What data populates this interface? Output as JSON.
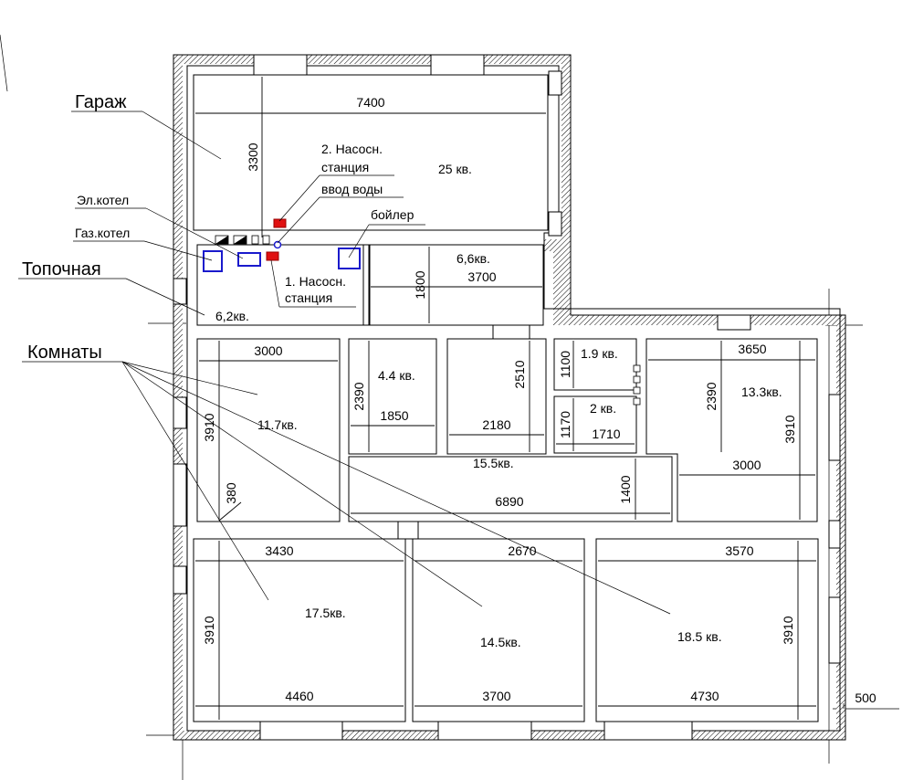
{
  "labels": {
    "garage": "Гараж",
    "electric_boiler": "Эл.котел",
    "gas_boiler": "Газ.котел",
    "boiler_room": "Топочная",
    "rooms": "Комнаты",
    "pump_station_2_line1": "2. Насосн.",
    "pump_station_2_line2": "станция",
    "water_inlet": "ввод воды",
    "water_heater": "бойлер",
    "pump_station_1_line1": "1. Насосн.",
    "pump_station_1_line2": "станция"
  },
  "areas": {
    "garage": "25 кв.",
    "boiler_room": "6,2кв.",
    "small_room": "6,6кв.",
    "room_4_4": "4.4 кв.",
    "wc_1": "1.9 кв.",
    "wc_2": "2 кв.",
    "room_11_7": "11.7кв.",
    "room_13_3": "13.3кв.",
    "hall": "15.5кв.",
    "room_17_5": "17.5кв.",
    "room_14_5": "14.5кв.",
    "room_18_5": "18.5 кв."
  },
  "dimensions": {
    "garage_width": "7400",
    "garage_height": "3300",
    "small_room_width": "3700",
    "small_room_height": "1800",
    "room_a_width": "3000",
    "room_a_height": "3910",
    "wall_380": "380",
    "room_b_height": "2390",
    "room_b_width": "1850",
    "corridor_height": "2510",
    "corridor_width": "2180",
    "wc1_height": "1100",
    "wc2_height": "1170",
    "wc2_width": "1710",
    "right_room_top_width": "3650",
    "right_room_height": "2390",
    "right_room_full_height": "3910",
    "right_lower_width": "3000",
    "hall_height": "1400",
    "hall_width": "6890",
    "bottom_left_top": "3430",
    "bottom_mid_top": "2670",
    "bottom_right_top": "3570",
    "bottom_left_height": "3910",
    "bottom_right_height": "3910",
    "bottom_left_width": "4460",
    "bottom_mid_width": "3700",
    "bottom_right_width": "4730",
    "ext_500": "500"
  }
}
